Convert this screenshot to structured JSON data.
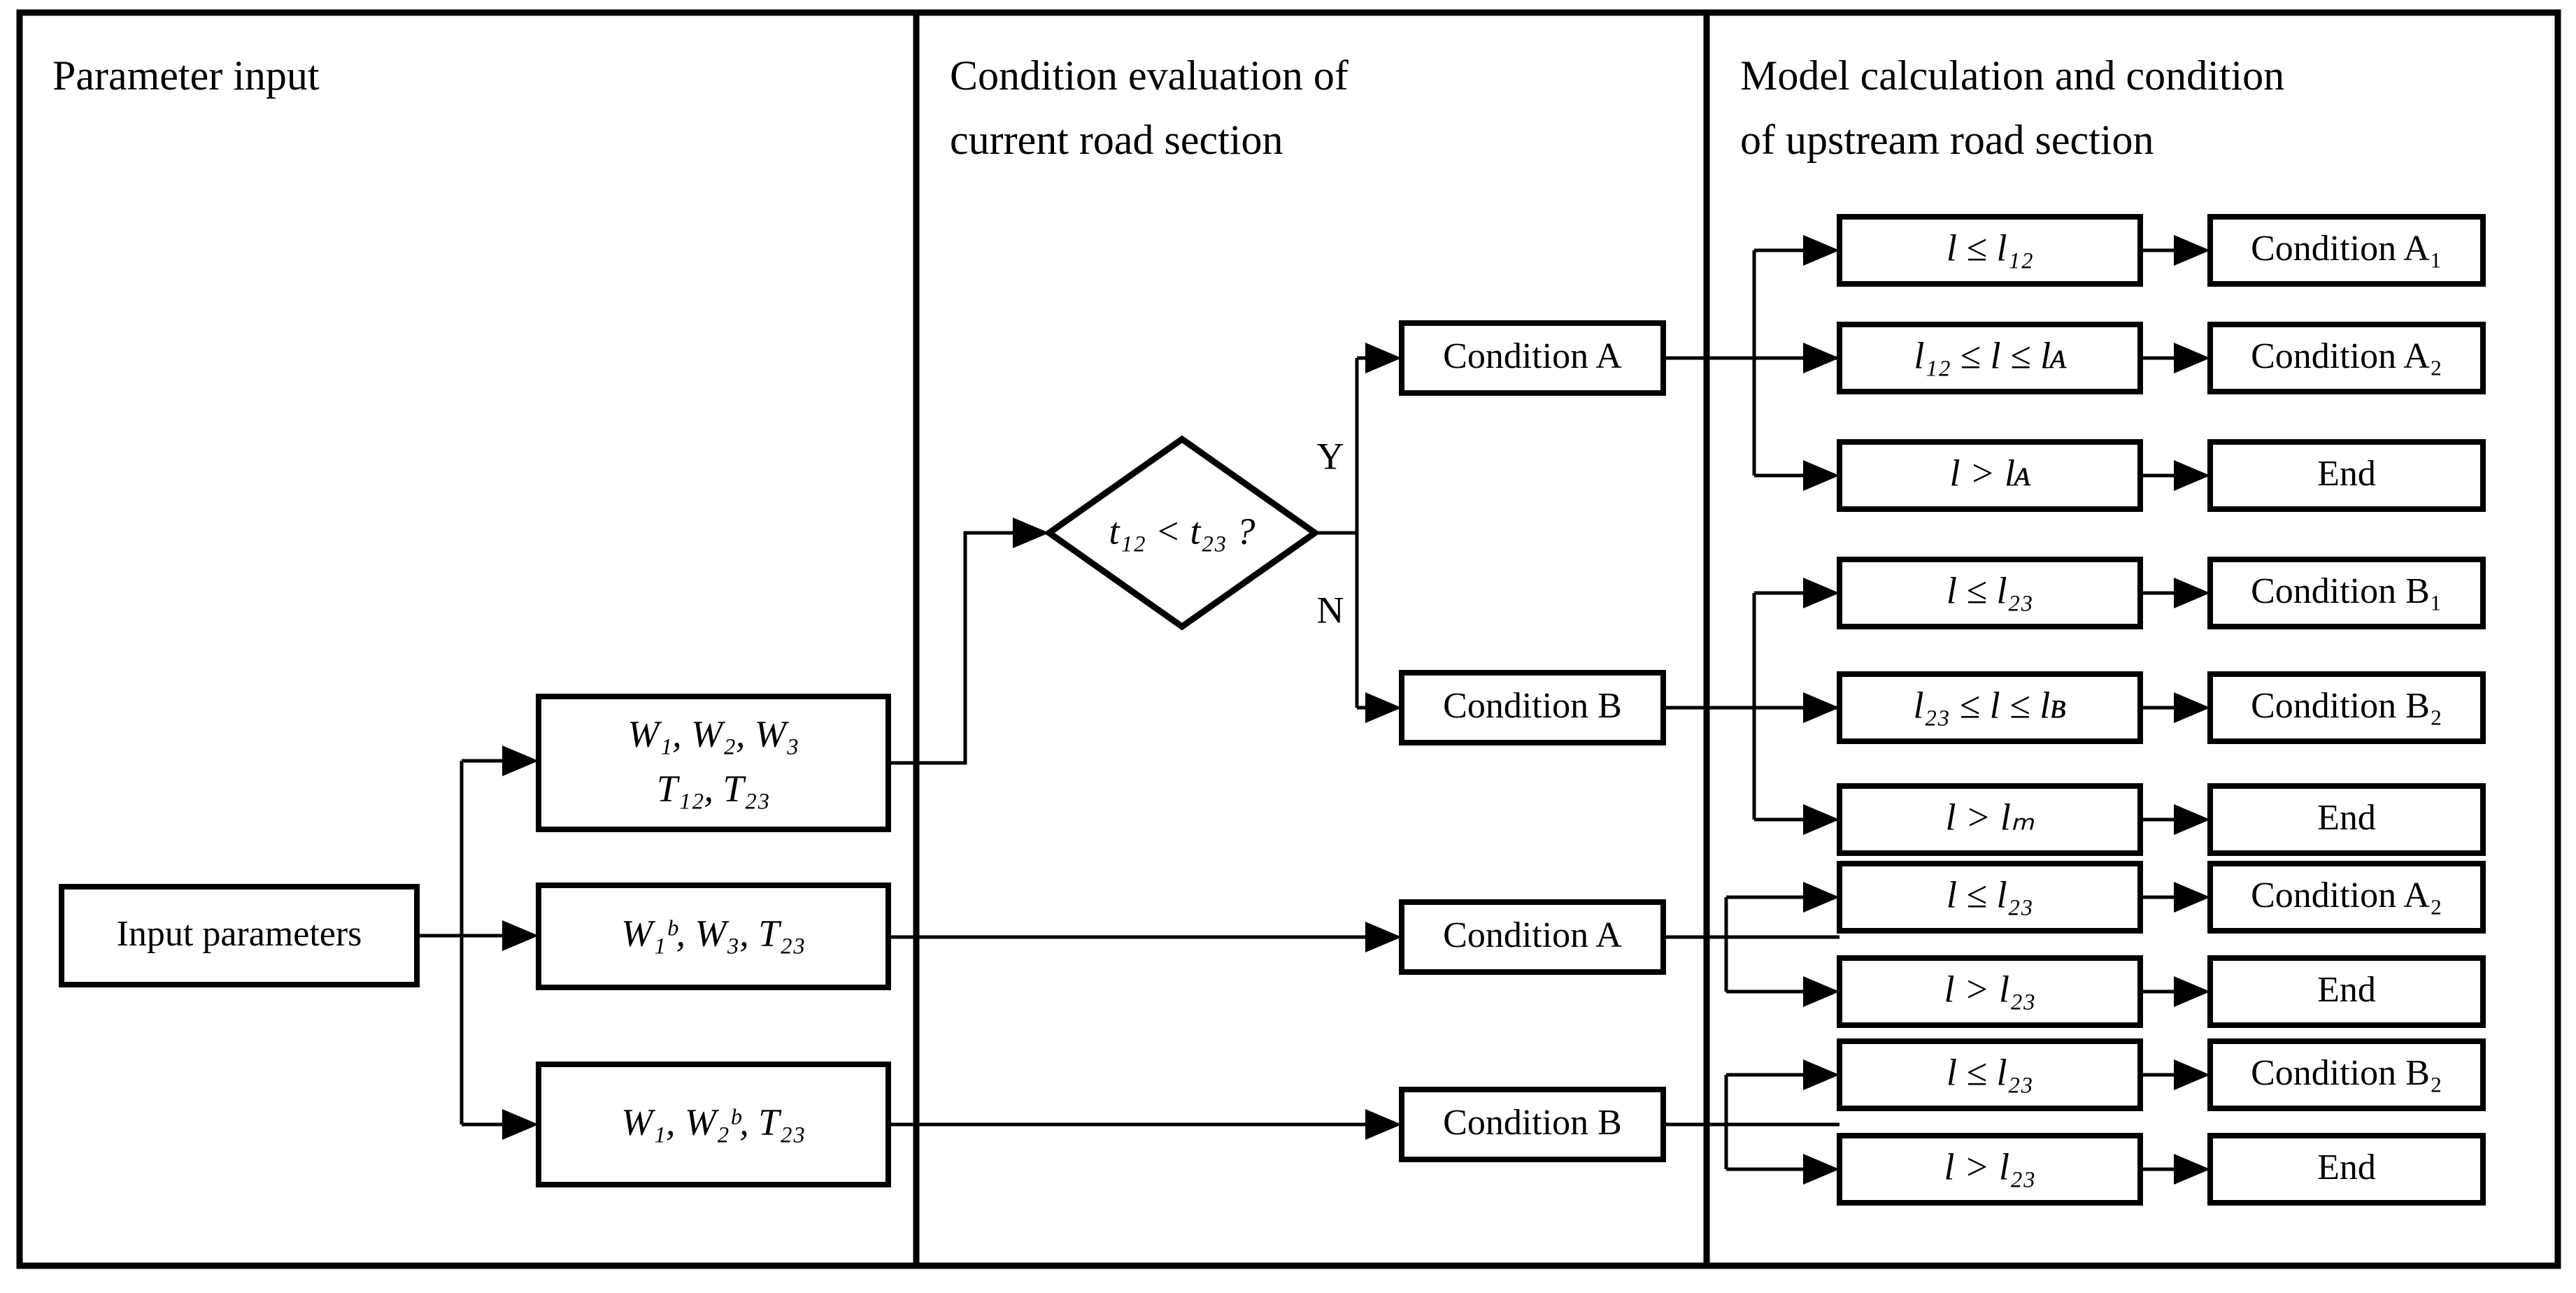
{
  "figure": {
    "type": "flowchart",
    "orientation": "left-to-right",
    "panels": [
      {
        "id": "panel-1",
        "title": "Parameter input"
      },
      {
        "id": "panel-2",
        "title": "Condition evaluation of current road section"
      },
      {
        "id": "panel-3",
        "title": "Model calculation and condition of upstream road section"
      }
    ]
  },
  "panel1": {
    "title_line1": "Parameter input",
    "start_node": "Input parameters",
    "param_boxes": [
      {
        "id": "pb1",
        "line1": "W₁, W₂, W₃",
        "line2": "T₁₂, T₂₃"
      },
      {
        "id": "pb2",
        "line1": "W₁ᵇ, W₃, T₂₃",
        "line2": ""
      },
      {
        "id": "pb3",
        "line1": "W₁, W₂ᵇ, T₂₃",
        "line2": ""
      }
    ]
  },
  "panel2": {
    "title_line1": "Condition evaluation of",
    "title_line2": "current road section",
    "decision": "t₁₂ < t₂₃ ?",
    "branch_yes_label": "Y",
    "branch_no_label": "N",
    "nodes": [
      {
        "id": "cond-a-top",
        "label": "Condition A"
      },
      {
        "id": "cond-b-top",
        "label": "Condition B"
      },
      {
        "id": "cond-a-mid",
        "label": "Condition A"
      },
      {
        "id": "cond-b-low",
        "label": "Condition B"
      }
    ]
  },
  "panel3": {
    "title_line1": "Model calculation and condition",
    "title_line2": "of upstream road section",
    "groups": [
      {
        "id": "group-a",
        "source": "cond-a-top",
        "rows": [
          {
            "id": "a-r1",
            "condition": "l ≤ l₁₂",
            "result": "Condition A₁"
          },
          {
            "id": "a-r2",
            "condition": "l₁₂ ≤ l ≤ lᴀ",
            "result": "Condition A₂"
          },
          {
            "id": "a-r3",
            "condition": "l > lᴀ",
            "result": "End"
          }
        ]
      },
      {
        "id": "group-b",
        "source": "cond-b-top",
        "rows": [
          {
            "id": "b-r1",
            "condition": "l ≤ l₂₃",
            "result": "Condition B₁"
          },
          {
            "id": "b-r2",
            "condition": "l₂₃ ≤ l ≤ lʙ",
            "result": "Condition B₂"
          },
          {
            "id": "b-r3",
            "condition": "l > lₘ",
            "result": "End"
          }
        ]
      },
      {
        "id": "group-c",
        "source": "cond-a-mid",
        "rows": [
          {
            "id": "c-r1",
            "condition": "l ≤ l₂₃",
            "result": "Condition A₂"
          },
          {
            "id": "c-r2",
            "condition": "l > l₂₃",
            "result": "End"
          }
        ]
      },
      {
        "id": "group-d",
        "source": "cond-b-low",
        "rows": [
          {
            "id": "d-r1",
            "condition": "l ≤ l₂₃",
            "result": "Condition B₂"
          },
          {
            "id": "d-r2",
            "condition": "l > l₂₃",
            "result": "End"
          }
        ]
      }
    ]
  },
  "colors": {
    "stroke": "#000000",
    "fill": "#ffffff",
    "background": "#ffffff"
  }
}
